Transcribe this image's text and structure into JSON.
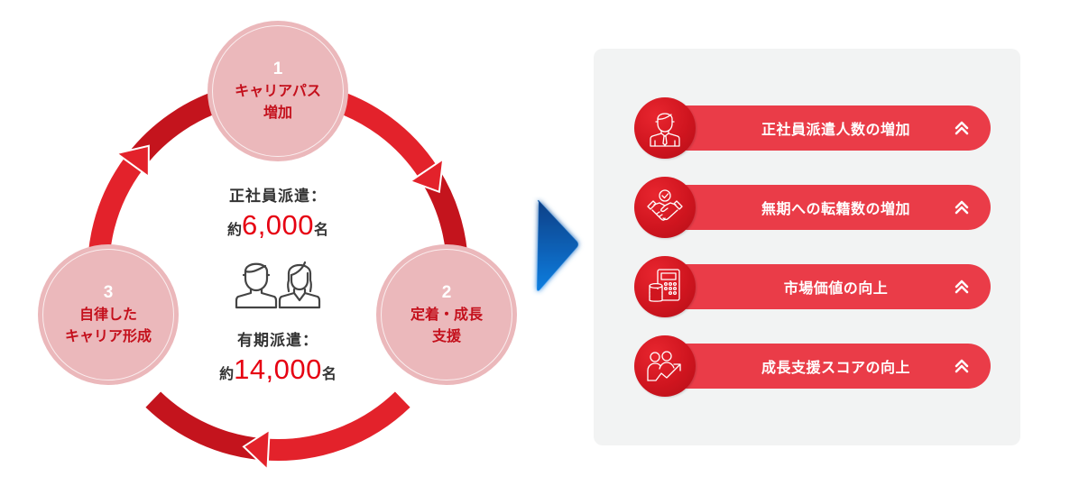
{
  "cycle": {
    "stages": [
      {
        "number": "1",
        "label": "キャリアパス\n増加"
      },
      {
        "number": "2",
        "label": "定着・成長\n支援"
      },
      {
        "number": "3",
        "label": "自律した\nキャリア形成"
      }
    ],
    "center": {
      "stats": [
        {
          "label": "正社員派遣：",
          "prefix": "約",
          "value": "6,000",
          "suffix": "名"
        },
        {
          "label": "有期派遣：",
          "prefix": "約",
          "value": "14,000",
          "suffix": "名"
        }
      ],
      "icon": "people-pair-icon"
    },
    "colors": {
      "ring": "#e3222b",
      "ring_dark": "#c4141d",
      "stage_fill": "#ebb8bb",
      "stage_text": "#c4101c",
      "value_text": "#e60012"
    }
  },
  "divider": {
    "icon": "play-arrow-right-icon",
    "color": "#0a63c9"
  },
  "benefits": {
    "items": [
      {
        "icon": "businessman-icon",
        "label": "正社員派遣人数の増加",
        "trend_icon": "double-chevron-up-icon"
      },
      {
        "icon": "handshake-check-icon",
        "label": "無期への転籍数の増加",
        "trend_icon": "double-chevron-up-icon"
      },
      {
        "icon": "calculator-coins-icon",
        "label": "市場価値の向上",
        "trend_icon": "double-chevron-up-icon"
      },
      {
        "icon": "people-growth-icon",
        "label": "成長支援スコアの向上",
        "trend_icon": "double-chevron-up-icon"
      }
    ],
    "colors": {
      "panel": "#f2f3f3",
      "pill": "#ea3c48",
      "icon_circle": "#d0151f"
    }
  }
}
